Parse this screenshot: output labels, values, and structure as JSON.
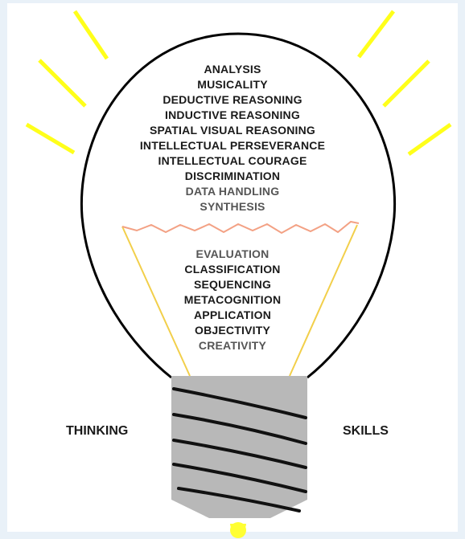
{
  "upper_skills": [
    {
      "text": "ANALYSIS",
      "tone": "dark"
    },
    {
      "text": "MUSICALITY",
      "tone": "dark"
    },
    {
      "text": "DEDUCTIVE REASONING",
      "tone": "dark"
    },
    {
      "text": "INDUCTIVE REASONING",
      "tone": "dark"
    },
    {
      "text": "SPATIAL VISUAL REASONING",
      "tone": "dark"
    },
    {
      "text": "INTELLECTUAL PERSEVERANCE",
      "tone": "dark"
    },
    {
      "text": "INTELLECTUAL COURAGE",
      "tone": "dark"
    },
    {
      "text": "DISCRIMINATION",
      "tone": "dark"
    },
    {
      "text": "DATA HANDLING",
      "tone": "light"
    },
    {
      "text": "SYNTHESIS",
      "tone": "light"
    }
  ],
  "lower_skills": [
    {
      "text": "EVALUATION",
      "tone": "light"
    },
    {
      "text": "CLASSIFICATION",
      "tone": "dark"
    },
    {
      "text": "SEQUENCING",
      "tone": "dark"
    },
    {
      "text": "METACOGNITION",
      "tone": "dark"
    },
    {
      "text": "APPLICATION",
      "tone": "dark"
    },
    {
      "text": "OBJECTIVITY",
      "tone": "dark"
    },
    {
      "text": "CREATIVITY",
      "tone": "light"
    }
  ],
  "left_label": "THINKING",
  "right_label": "SKILLS",
  "colors": {
    "dark_text": "#1a1a1a",
    "light_text": "#555555",
    "rays": "#ffff1a",
    "filament": "#f2cf4a",
    "zigzag": "#f3a184",
    "base": "#b8b8b8",
    "outline": "#000000"
  }
}
